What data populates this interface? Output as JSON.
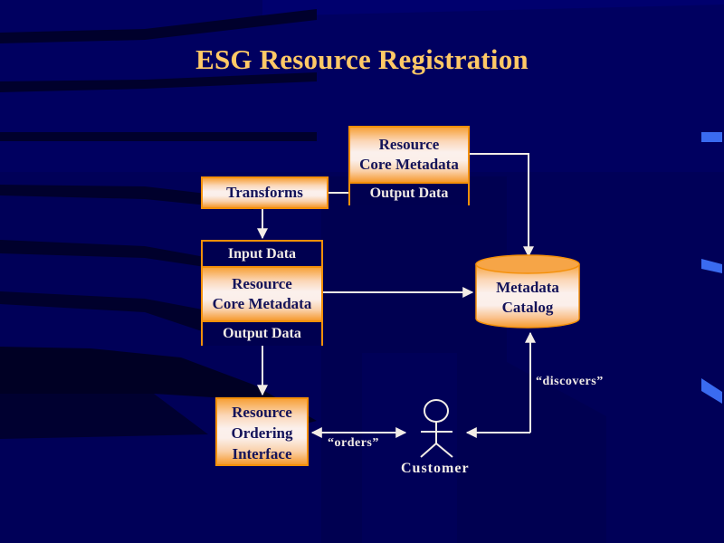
{
  "slide": {
    "title": "ESG Resource Registration",
    "colors": {
      "background": "#000060",
      "title": "#FFC966",
      "box_border": "#F4900A",
      "box_text": "#14145A",
      "connector": "#F2ECE6",
      "accent_marks": "#3A6BF0"
    }
  },
  "nodes": {
    "transforms": {
      "label": "Transforms"
    },
    "top_resource": {
      "line1": "Resource",
      "line2": "Core Metadata",
      "output": "Output Data"
    },
    "mid_resource": {
      "input": "Input Data",
      "line1": "Resource",
      "line2": "Core Metadata",
      "output": "Output Data"
    },
    "catalog": {
      "line1": "Metadata",
      "line2": "Catalog"
    },
    "ordering": {
      "line1": "Resource",
      "line2": "Ordering",
      "line3": "Interface"
    },
    "customer": {
      "label": "Customer"
    }
  },
  "edges": {
    "orders_label": "“orders”",
    "discovers_label": "“discovers”"
  }
}
